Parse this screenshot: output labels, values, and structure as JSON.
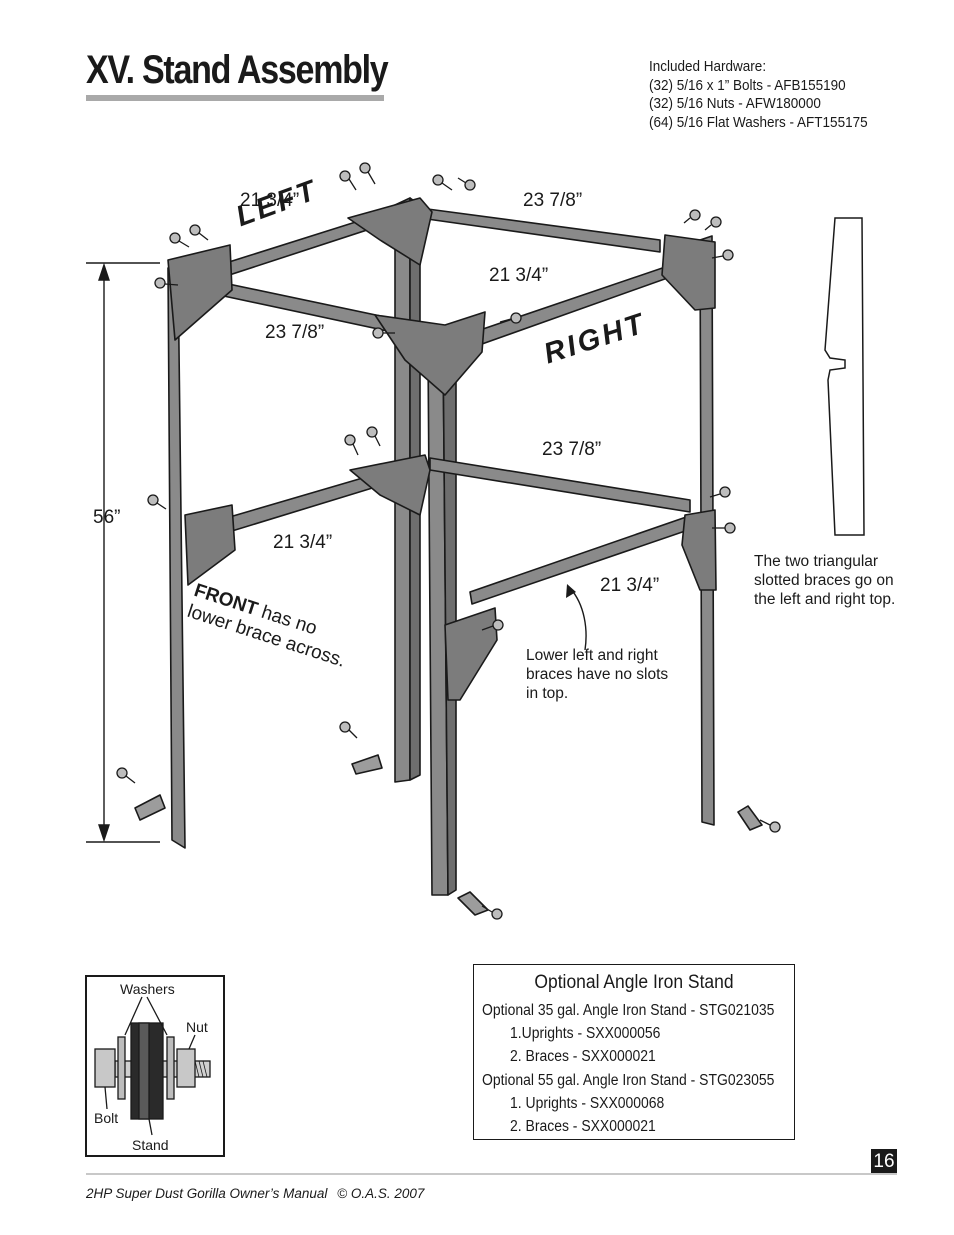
{
  "header": {
    "title": "XV.  Stand Assembly",
    "hardware": [
      "Included Hardware:",
      "(32) 5/16 x 1” Bolts - AFB155190",
      "(32) 5/16 Nuts - AFW180000",
      "(64) 5/16 Flat Washers - AFT155175"
    ]
  },
  "diagram": {
    "dims": {
      "left_top": "21 3/4”",
      "rear_top": "23 7/8”",
      "right_top": "21 3/4”",
      "front_top": "23 7/8”",
      "rear_lower": "23 7/8”",
      "left_lower": "21 3/4”",
      "right_lower": "21 3/4”",
      "height": "56”"
    },
    "left_label": "LEFT",
    "right_label": "RIGHT",
    "front_bold": "FRONT",
    "front_rest_1": " has no",
    "front_rest_2": "lower brace across.",
    "lower_note": [
      "Lower left and right",
      "braces have no slots",
      "in top."
    ],
    "side_note": [
      "The two triangular",
      "slotted braces go on",
      "the left and right top."
    ]
  },
  "washer_box": {
    "washers": "Washers",
    "nut": "Nut",
    "bolt": "Bolt",
    "stand": "Stand"
  },
  "optional": {
    "title": "Optional Angle Iron Stand",
    "lines": [
      "Optional 35 gal. Angle Iron Stand - STG021035",
      "1.Uprights - SXX000056",
      "2. Braces - SXX000021",
      "Optional 55 gal. Angle Iron Stand - STG023055",
      "1. Uprights - SXX000068",
      "2. Braces - SXX000021"
    ]
  },
  "footer": {
    "page_number": "16",
    "manual": "2HP Super Dust Gorilla Owner’s Manual",
    "copyright": "© O.A.S. 2007"
  }
}
